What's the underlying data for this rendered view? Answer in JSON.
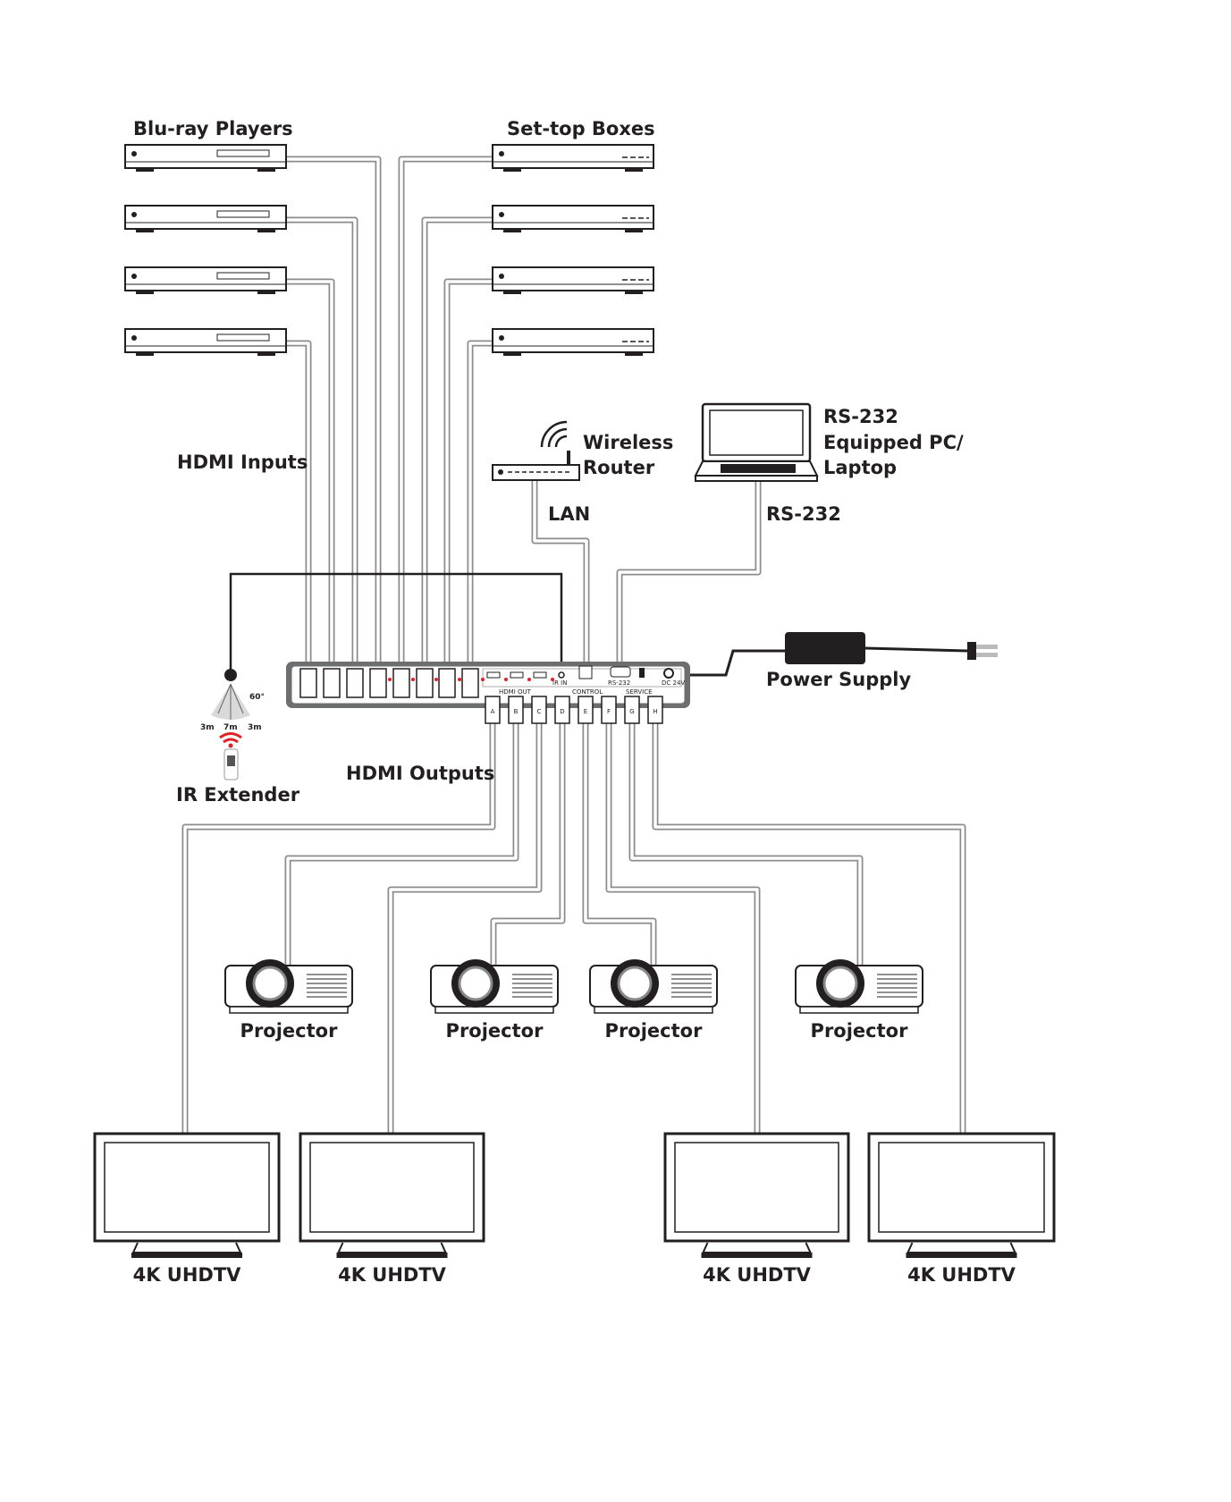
{
  "labels": {
    "bluray": "Blu-ray Players",
    "stb": "Set-top Boxes",
    "hdmi_inputs": "HDMI Inputs",
    "hdmi_outputs": "HDMI Outputs",
    "ir_extender": "IR Extender",
    "wireless_1": "Wireless",
    "wireless_2": "Router",
    "lan": "LAN",
    "pc_1": "RS-232",
    "pc_2": "Equipped PC/",
    "pc_3": "Laptop",
    "rs232": "RS-232",
    "power_supply": "Power Supply",
    "projector": "Projector",
    "tv": "4K UHDTV"
  },
  "ir": {
    "angle": "60°",
    "left": "3m",
    "center": "7m",
    "right": "3m"
  },
  "device_ports": {
    "ir_in": "IR IN",
    "control": "CONTROL",
    "rs232": "RS-232",
    "service": "SERVICE",
    "dc": "DC 24V",
    "hdmi_out": "HDMI OUT",
    "outputs": [
      "A",
      "B",
      "C",
      "D",
      "E",
      "F",
      "G",
      "H"
    ]
  },
  "colors": {
    "cable": "#8c8c8c",
    "ink": "#231f20",
    "ir_red": "#e2202a",
    "device": "#6d6e70"
  }
}
